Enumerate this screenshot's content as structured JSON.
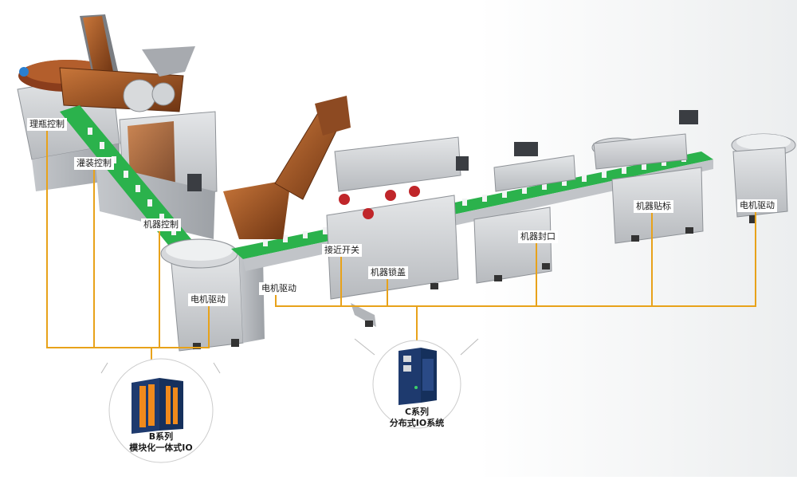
{
  "labels": {
    "bottle_sorting": "理瓶控制",
    "filling": "灌装控制",
    "machine_ctrl": "机器控制",
    "motor_left": "电机驱动",
    "motor_mid": "电机驱动",
    "proximity": "接近开关",
    "capping": "机器锁盖",
    "sealing": "机器封口",
    "labeling": "机器贴标",
    "motor_right": "电机驱动"
  },
  "modules": {
    "b_series": {
      "line1": "B系列",
      "line2": "模块化一体式IO"
    },
    "c_series": {
      "line1": "C系列",
      "line2": "分布式IO系统"
    }
  },
  "colors": {
    "wire": "#e8a21a",
    "conveyor": "#2bb24c",
    "steel": "#c9ccd0",
    "copper": "#a0522d",
    "module_blue": "#1e3a6e",
    "terminal_orange": "#f08a1c"
  }
}
